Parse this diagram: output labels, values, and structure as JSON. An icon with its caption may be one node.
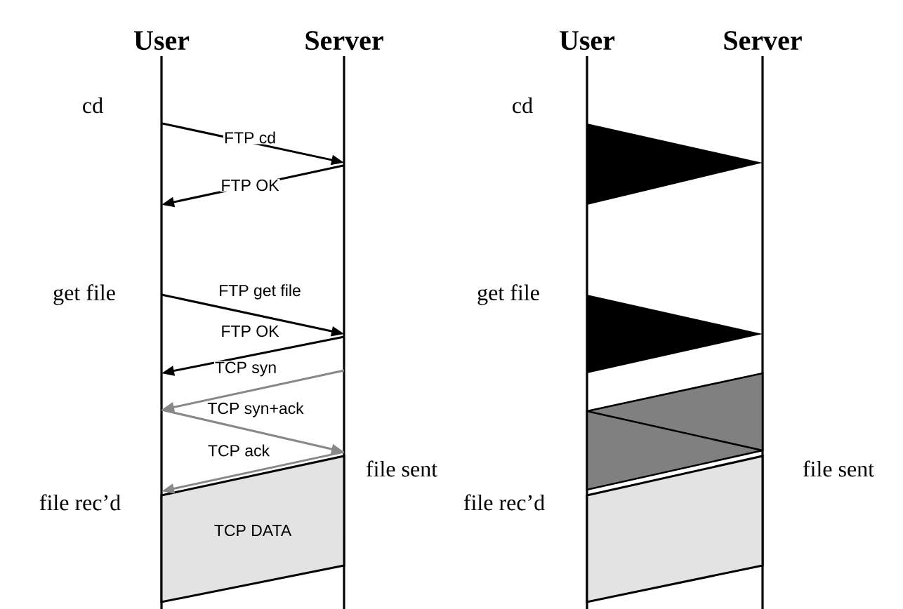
{
  "diagram": {
    "nodes": [
      {
        "text": [
          "User"
        ]
      },
      {
        "text": [
          "Server"
        ]
      },
      {
        "text": [
          "TCP DATA"
        ]
      },
      {
        "text": [
          "User"
        ]
      },
      {
        "text": [
          "Server"
        ]
      }
    ],
    "edges": [
      {
        "from": 0,
        "to": 1,
        "arrow": "to",
        "label": "FTP cd"
      },
      {
        "from": 1,
        "to": 0,
        "arrow": "to",
        "label": "FTP OK"
      },
      {
        "from": 0,
        "to": 1,
        "arrow": "to",
        "label": "FTP get file"
      },
      {
        "from": 1,
        "to": 0,
        "arrow": "to",
        "label": "FTP OK"
      },
      {
        "from": 1,
        "to": 0,
        "arrow": "to",
        "label": "TCP syn",
        "color": "#888888"
      },
      {
        "from": 0,
        "to": 1,
        "arrow": "to",
        "label": "TCP syn+ack",
        "color": "#888888"
      },
      {
        "from": 1,
        "to": 0,
        "arrow": "to",
        "label": "TCP ack",
        "color": "#888888"
      }
    ],
    "labels": [
      "cd",
      "get file",
      "file sent",
      "file rec’d",
      "cd",
      "get file",
      "file sent",
      "file rec’d"
    ]
  }
}
